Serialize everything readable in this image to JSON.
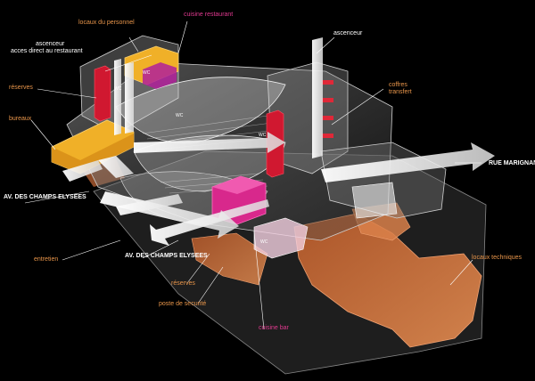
{
  "labels": {
    "locaux_personnel": "locaux du personnel",
    "cuisine_restaurant": "cuisine restaurant",
    "ascenceur_restaurant_1": "ascenceur",
    "ascenceur_restaurant_2": "acces direct au restaurant",
    "ascenceur": "ascenceur",
    "reserves_top": "réserves",
    "coffres_1": "coffres",
    "coffres_2": "transfert",
    "bureaux": "bureaux",
    "rue_marignan": "RUE MARIGNAN",
    "av_champs_1": "AV. DES CHAMPS ELYSEES",
    "av_champs_2": "AV. DES CHAMPS ELYSEES",
    "entretien": "entretien",
    "locaux_techniques": "locaux techniques",
    "reserves_bottom": "réserves",
    "poste_securite": "poste de securité",
    "cuisine_bar": "cuisine bar",
    "wc_1": "WC",
    "wc_2": "WC",
    "wc_3": "WC",
    "wc_4": "WC",
    "wc_5": "WC"
  },
  "colors": {
    "background": "#000000",
    "orange_label": "#e8954a",
    "magenta_label": "#e0398f",
    "yellow_block": "#f0b028",
    "magenta_block": "#d8288c",
    "red_core": "#d01830",
    "terracotta": "#c86a38"
  }
}
